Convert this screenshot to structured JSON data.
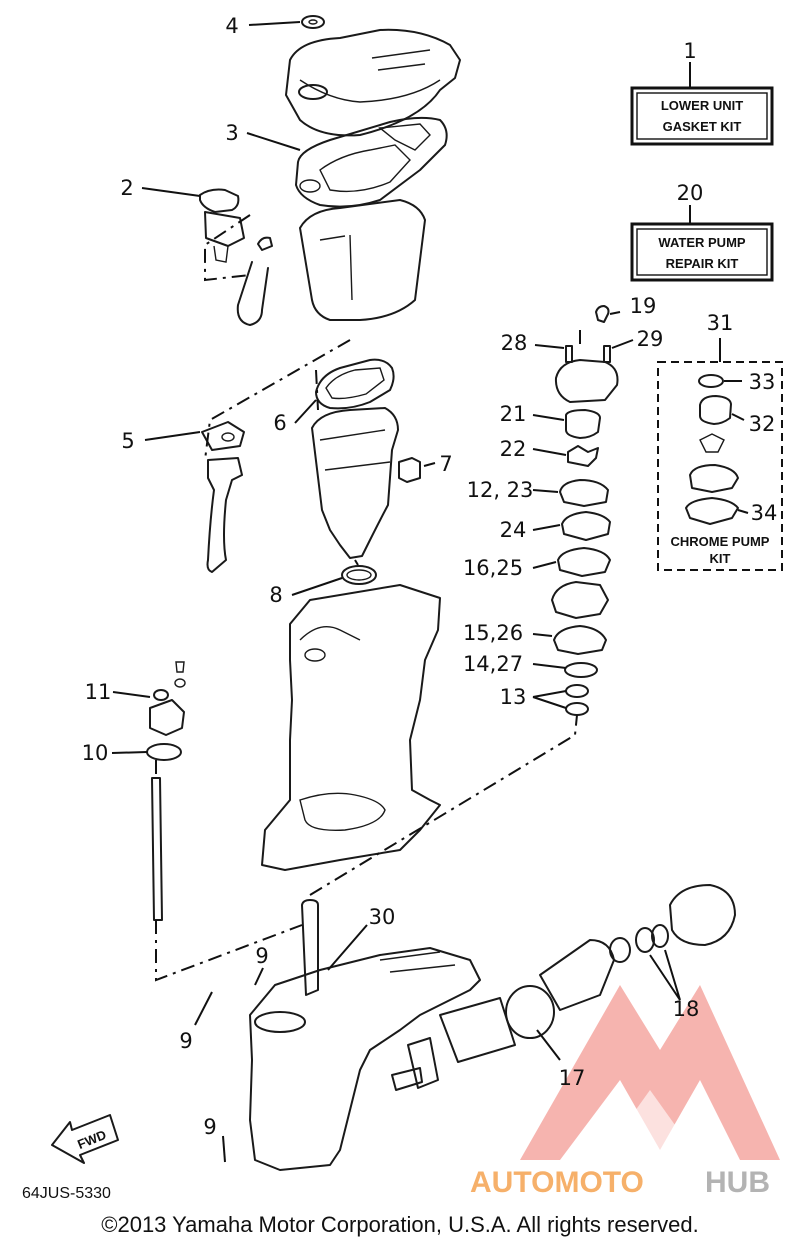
{
  "callouts": {
    "c1": "1",
    "c2": "2",
    "c3": "3",
    "c4": "4",
    "c5": "5",
    "c6": "6",
    "c7": "7",
    "c8": "8",
    "c9a": "9",
    "c9b": "9",
    "c9c": "9",
    "c10": "10",
    "c11": "11",
    "c12_23": "12, 23",
    "c13": "13",
    "c14_27": "14,27",
    "c15_26": "15,26",
    "c16_25": "16,25",
    "c17": "17",
    "c18": "18",
    "c19": "19",
    "c20": "20",
    "c21": "21",
    "c22": "22",
    "c24": "24",
    "c28": "28",
    "c29": "29",
    "c30": "30",
    "c31": "31",
    "c32": "32",
    "c33": "33",
    "c34": "34"
  },
  "kits": {
    "gasket_line1": "LOWER UNIT",
    "gasket_line2": "GASKET KIT",
    "pump_line1": "WATER PUMP",
    "pump_line2": "REPAIR KIT",
    "chrome_line1": "CHROME PUMP",
    "chrome_line2": "KIT"
  },
  "fwd_label": "FWD",
  "diagram_ref": "64JUS-5330",
  "copyright": "©2013 Yamaha Motor Corporation, U.S.A. All rights reserved.",
  "watermark": {
    "part1": "AUTOMOTO",
    "part2": "HUB",
    "color1": "#f6b06a",
    "color2": "#b3b3b3",
    "logo_color": "#e84a3c"
  }
}
